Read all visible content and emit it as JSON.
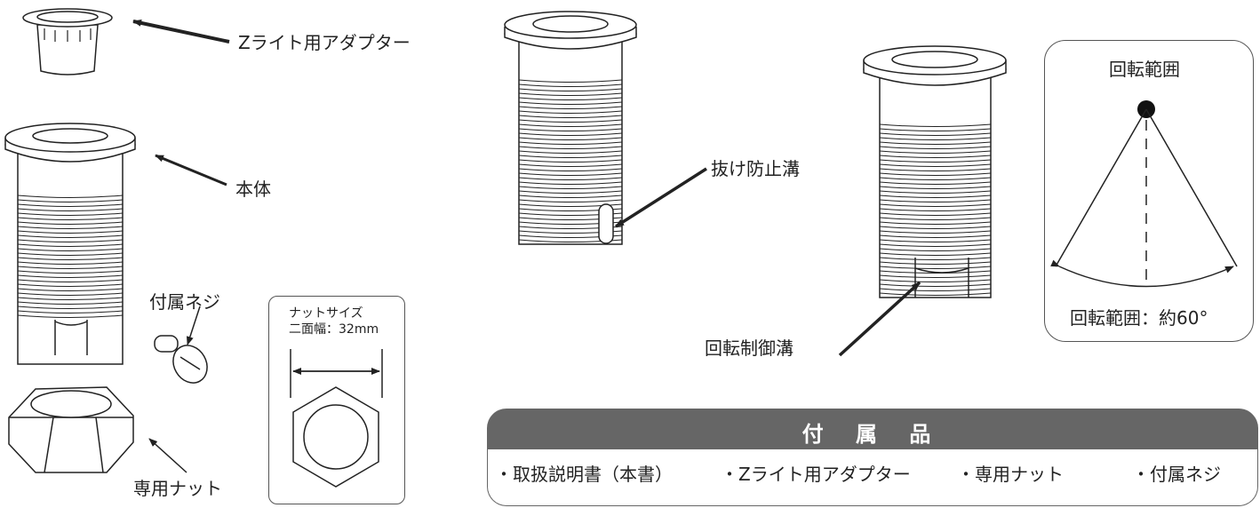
{
  "labels": {
    "adapter": "Zライト用アダプター",
    "body": "本体",
    "screw": "付属ネジ",
    "nut": "専用ナット",
    "antidrop_groove": "抜け防止溝",
    "rotation_groove": "回転制御溝"
  },
  "nut_size_box": {
    "title": "ナットサイズ",
    "width_across_flats": "二面幅：32mm"
  },
  "rotation_box": {
    "title": "回転範囲",
    "value": "回転範囲：約60°"
  },
  "accessories": {
    "title": "付 属 品",
    "items": [
      "・取扱説明書（本書）",
      "・Zライト用アダプター",
      "・専用ナット",
      "・付属ネジ"
    ]
  },
  "colors": {
    "header_bg": "#666666",
    "line": "#222222"
  }
}
